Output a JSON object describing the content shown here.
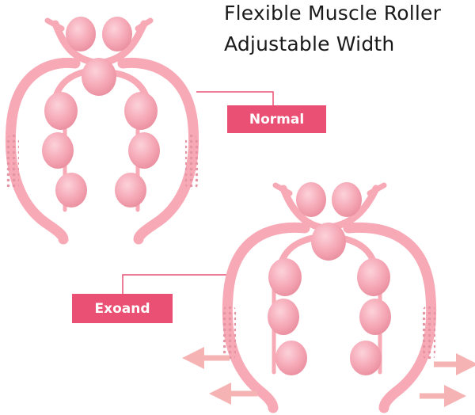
{
  "heading": {
    "line1": "Flexible Muscle Roller",
    "line2": "Adjustable Width"
  },
  "labels": {
    "normal": "Normal",
    "expand": "Exoand"
  },
  "colors": {
    "label_bg": "#ea5073",
    "product_pink": "#f7a9b6",
    "arrow": "#f6b3b3"
  }
}
